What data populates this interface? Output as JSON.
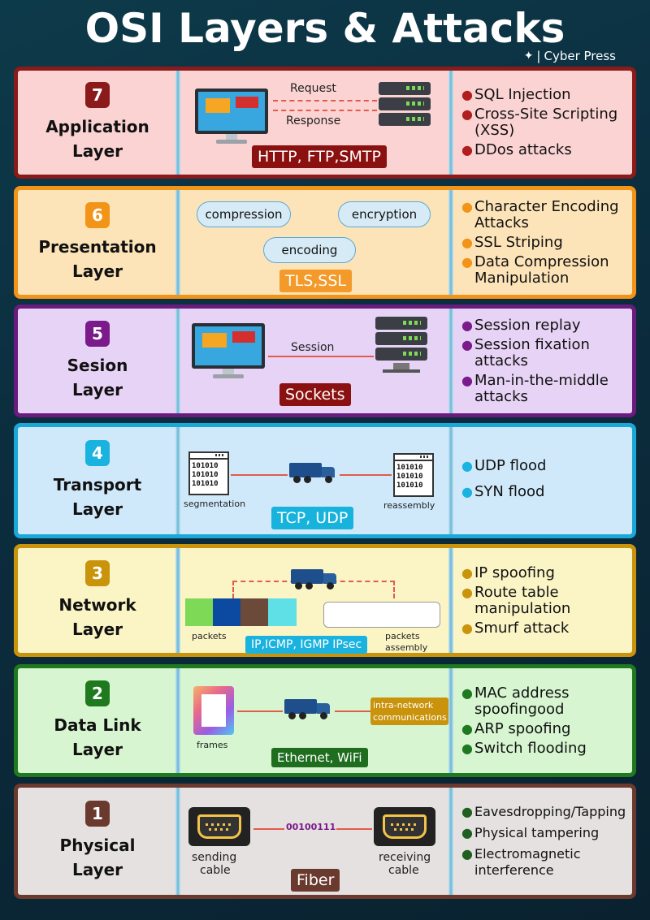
{
  "header": {
    "title": "OSI Layers & Attacks",
    "brand": "Cyber Press",
    "brand_separator": "|"
  },
  "layers": [
    {
      "number": "7",
      "name_line1": "Application",
      "name_line2": "Layer",
      "bg": "#fbd3d3",
      "border": "#8b1a1a",
      "badge": "#8b1a1a",
      "dot": "#b01e1e",
      "protocol": "HTTP, FTP,SMTP",
      "protocol_bg": "#8b1010",
      "labels": {
        "request": "Request",
        "response": "Response"
      },
      "attacks": [
        "SQL Injection",
        "Cross-Site Scripting (XSS)",
        "DDos attacks"
      ]
    },
    {
      "number": "6",
      "name_line1": "Presentation",
      "name_line2": "Layer",
      "bg": "#fde3b8",
      "border": "#f29418",
      "badge": "#f29418",
      "dot": "#f29418",
      "protocol": "TLS,SSL",
      "protocol_bg": "#f39a2a",
      "pills": [
        "compression",
        "encryption",
        "encoding"
      ],
      "attacks": [
        "Character Encoding Attacks",
        "SSL Striping",
        "Data Compression Manipulation"
      ]
    },
    {
      "number": "5",
      "name_line1": "Sesion",
      "name_line2": "Layer",
      "bg": "#e7d3f5",
      "border": "#6a1b7e",
      "badge": "#7b1a8a",
      "dot": "#7b1a8a",
      "protocol": "Sockets",
      "protocol_bg": "#8b1010",
      "labels": {
        "session": "Session"
      },
      "attacks": [
        "Session replay",
        "Session fixation attacks",
        "Man-in-the-middle attacks"
      ]
    },
    {
      "number": "4",
      "name_line1": "Transport",
      "name_line2": "Layer",
      "bg": "#cfe9fb",
      "border": "#1aa8d8",
      "badge": "#1ab2de",
      "dot": "#1ab2de",
      "protocol": "TCP, UDP",
      "protocol_bg": "#17b3dd",
      "labels": {
        "segmentation": "segmentation",
        "reassembly": "reassembly",
        "binary": "101010"
      },
      "attacks": [
        "UDP flood",
        "SYN flood"
      ]
    },
    {
      "number": "3",
      "name_line1": "Network",
      "name_line2": "Layer",
      "bg": "#fbf5c6",
      "border": "#c9930c",
      "badge": "#c9930c",
      "dot": "#c9930c",
      "protocol": "IP,ICMP, IGMP IPsec",
      "protocol_bg": "#1ab2de",
      "labels": {
        "packets": "packets",
        "packets_assembly_1": "packets",
        "packets_assembly_2": "assembly"
      },
      "packet_colors": [
        "#7ed957",
        "#0b4aa0",
        "#6b4a3a",
        "#5ee0e6"
      ],
      "attacks": [
        "IP spoofing",
        "Route table manipulation",
        "Smurf attack"
      ]
    },
    {
      "number": "2",
      "name_line1": "Data Link",
      "name_line2": "Layer",
      "bg": "#d6f5d0",
      "border": "#1f7a1f",
      "badge": "#1f7a1f",
      "dot": "#1f7a1f",
      "protocol": "Ethernet, WiFi",
      "protocol_bg": "#1f6e1f",
      "labels": {
        "frames": "frames",
        "intra_1": "intra-network",
        "intra_2": "communications"
      },
      "attacks": [
        "MAC address spoofingood",
        "ARP spoofing",
        "Switch flooding"
      ]
    },
    {
      "number": "1",
      "name_line1": "Physical",
      "name_line2": "Layer",
      "bg": "#e4e1e0",
      "border": "#6b3a2e",
      "badge": "#6b3a2e",
      "dot": "#1f5f1f",
      "protocol": "Fiber",
      "protocol_bg": "#6b3a2e",
      "labels": {
        "bits": "00100111",
        "sending_1": "sending",
        "sending_2": "cable",
        "receiving_1": "receiving",
        "receiving_2": "cable"
      },
      "attacks": [
        "Eavesdropping/Tapping",
        "Physical tampering",
        "Electromagnetic interference"
      ]
    }
  ]
}
